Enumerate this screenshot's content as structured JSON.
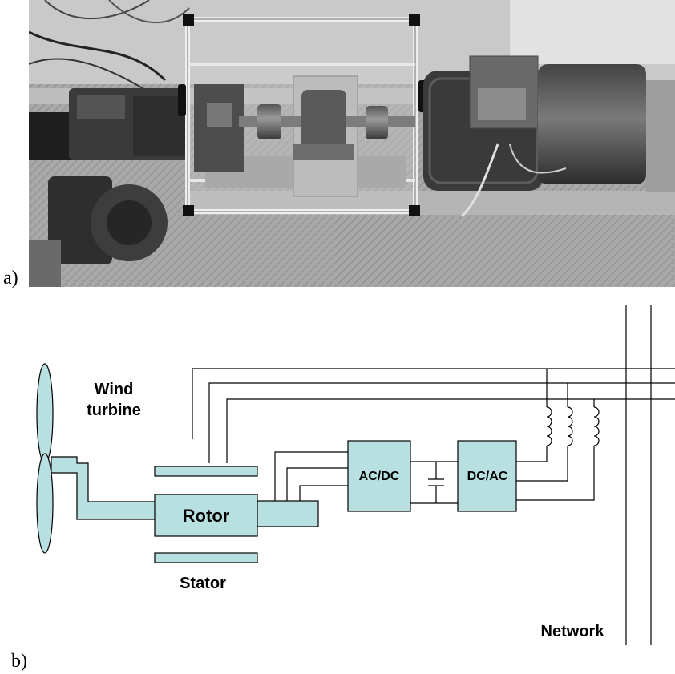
{
  "panels": {
    "a_label": "a)",
    "b_label": "b)"
  },
  "diagram": {
    "wind_turbine_line1": "Wind",
    "wind_turbine_line2": "turbine",
    "rotor": "Rotor",
    "stator": "Stator",
    "acdc": "AC/DC",
    "dcac": "DC/AC",
    "network": "Network"
  },
  "colors": {
    "component_fill": "#b8e0e0",
    "line": "#000000",
    "photo_dark": "#2a2a2a",
    "photo_light": "#d8d8d8"
  }
}
